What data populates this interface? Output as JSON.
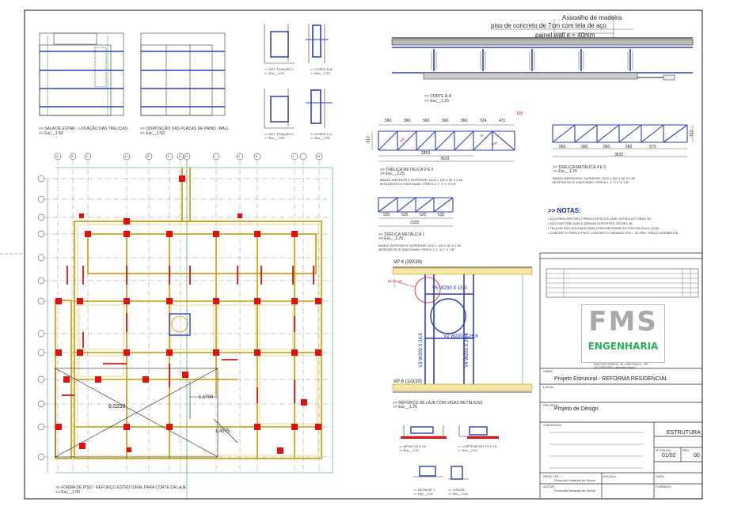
{
  "wood_floor": {
    "labels": [
      "Assoalho de madeira",
      "piso de concreto de 7cm com tela de aço",
      "painel wall e = 40mm"
    ],
    "caption": [
      ">> CORTE A-A",
      ">> Esc__1:25"
    ]
  },
  "plans_top": {
    "sala_caption": [
      ">> SALA DE ESTAR - LOCAÇÃO DAS TRELIÇAS",
      ">> Esc__1:50"
    ],
    "placas_caption": [
      ">> DISPOSIÇÃO DAS PLACAS DE PAINO. WALL",
      ">> Esc__1:50"
    ]
  },
  "fixing_details": {
    "c1": [
      ">> DET. FIXAÇÃO 1",
      ">> Esc__1:20"
    ],
    "b1": [
      ">> CORTE B-B",
      ">> Esc__1:20"
    ],
    "c2": [
      ">> DET. FIXAÇÃO 2",
      ">> Esc__1:20"
    ],
    "b2": [
      ">> CORTE C-C",
      ">> Esc__1:20"
    ]
  },
  "truss1": {
    "top_dims": [
      "560",
      "560",
      "560",
      "560",
      "560",
      "524",
      "471"
    ],
    "side_dim": "610",
    "top_extra": "135",
    "bottom_dims": [
      "2853",
      "3633"
    ],
    "diag_labels": [
      "600",
      "53",
      "1142"
    ],
    "caption": [
      ">> TRELIÇA METÁLICA 2 E 3",
      ">> Esc__1:25"
    ],
    "specs": [
      "BANZO INFERIOR E SUPERIOR: UCD = 100 X 50 X 2,65",
      "MONTANTES E DIAGONAIS: PERFIL L 1\" X 1\" X 1/8\""
    ]
  },
  "truss2": {
    "top_dims": [
      "525",
      "525",
      "525",
      "530"
    ],
    "bottom_dim": "2105",
    "caption": [
      ">> TRELIÇA METÁLICA 1",
      ">> Esc__1:25"
    ],
    "specs": [
      "BANZO INFERIOR E SUPERIOR: UCD = 100 X 50 X 2,65",
      "MONTANTES E DIAGONAIS: PERFIL L 1\" X 1\" X 1/8\""
    ]
  },
  "truss3": {
    "bottom_dims": [
      "560",
      "560",
      "560",
      "560",
      "573"
    ],
    "total_dim": "3633",
    "side_dim": "610",
    "caption": [
      ">> TRELIÇA METÁLICA 4 E 5",
      ">> Esc__1:25"
    ],
    "specs": [
      "BANZO INFERIOR E SUPERIOR: UCD = 100 X 50 X 2,65",
      "MONTANTES E DIAGONAIS: PERFIL L 1\" X 1\" X 1/8\""
    ]
  },
  "notes": {
    "title": ">> NOTAS:",
    "items": [
      "• AÇO PARA REFORÇO PARA CORTE DA LAJE: ASTM A 572 GRAU 50;",
      "• AÇO DAS TRELIÇAS E DEMAIS SUPORTES: ASTM A 36;",
      "• TELA DE AÇO SOLDADA PARA CONCRETAGEM DO PISO DA SALA: Q138;",
      "• CONCRETO PARA O PISO: CONCRETO USINADO FCK = 20 MPa, TRAÇO NORMATIVA;"
    ]
  },
  "beam_detail": {
    "vp4": "VP 4 (20X30)",
    "vp6": "VP 6 (12X30)",
    "detalhe": "DETALHE",
    "beams": [
      "V5  W200 X 15,0",
      "V2  W200 X 26,6",
      "V3  W200 X 26,6",
      "V4  W200 X 26,6"
    ],
    "caption": [
      ">> REFORÇO DE LAJE COM VIGAS METÁLICAS",
      ">> Esc__1:25"
    ]
  },
  "small_details": {
    "apoio1": [
      ">> APOIO V3 E V4",
      ">> Esc__1:20"
    ],
    "corte": [
      ">> CORTE APOIO V3 E V4",
      ">> Esc__1:20"
    ],
    "det1": [
      ">> DETALHE 1",
      ">> Esc__1:20"
    ],
    "vista": [
      ">> VISTA B",
      ">> Esc__1:20"
    ]
  },
  "main_plan": {
    "col_labels": [
      "A",
      "B",
      "C",
      "D",
      "E",
      "F",
      "G",
      "H",
      "I",
      "J",
      "K",
      "L",
      "M"
    ],
    "values": [
      "8,5250",
      "1,1700",
      "1,4575"
    ],
    "caption": [
      ">> FORMA DE PISO - REFORÇO ESTRUTURAL PARA CORTE DA LAJE",
      ">> Esc__1:50"
    ]
  },
  "logo": {
    "letters": "FMS",
    "name": "ENGENHARIA",
    "address": [
      "RUA DOS CRAVOS, 45 - SÃO PAULO - SP",
      "(11) 0000-0000  •  www.fms.eng.br"
    ],
    "primary_color": "#a7a9ac",
    "accent_color": "#2bb15a"
  },
  "title_block": {
    "project_type": "Projeto Estrutural - REFORMA RESIDENCIAL",
    "design_label": "Projeto de Design",
    "discipline": "ESTRUTURA",
    "sheet": "01/02",
    "revision": "00",
    "engineer_a": "Fernando Marques de Souza",
    "engineer_b": "Fernando Marques de Souza",
    "field_labels": [
      "OBRA:",
      "LOCAL:",
      "PROJETO:",
      "CONTEÚDO:",
      "Nº FOLHA:",
      "REV:",
      "RESP. TÉC.:",
      "AUTOR:",
      "ESCALA:",
      "DATA:",
      "FORMATO:"
    ]
  }
}
